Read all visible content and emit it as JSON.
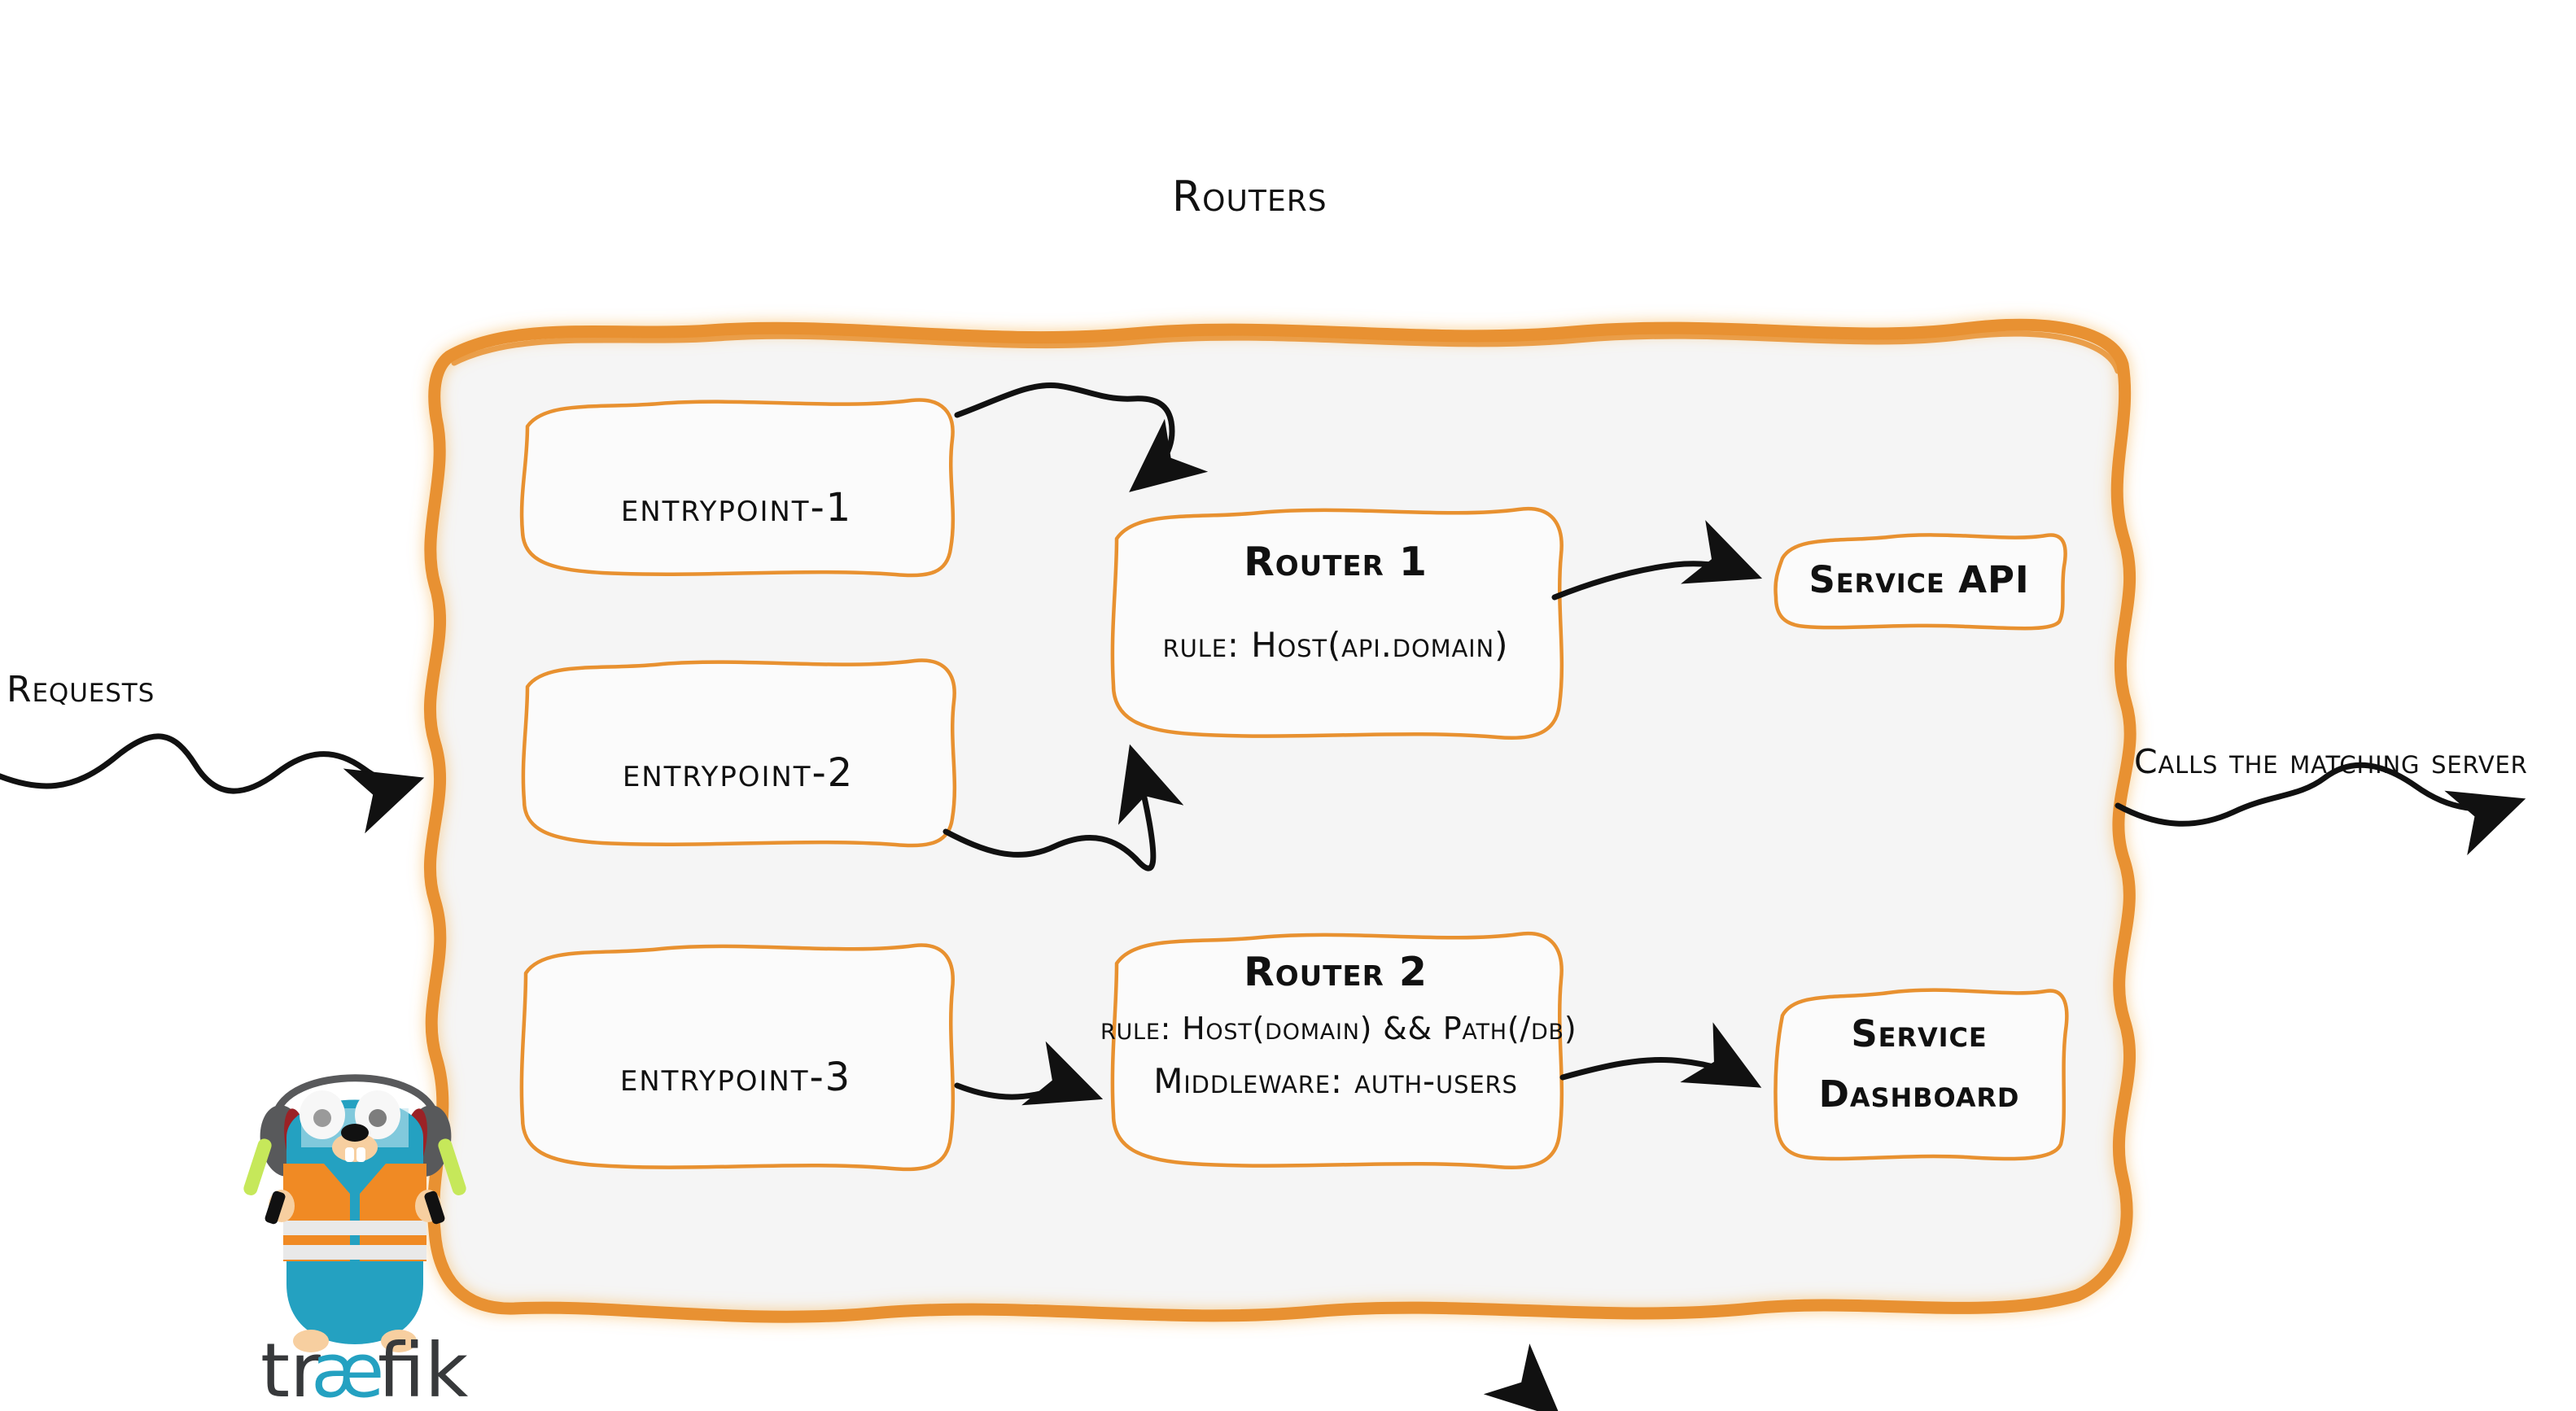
{
  "diagram": {
    "title": "Routers",
    "brand_color": "#E89130",
    "panel_fill": "#F5F5F5",
    "ink_color": "#111111"
  },
  "edge_labels": {
    "requests": "Requests",
    "calls": "Calls the matching server"
  },
  "entrypoints": [
    {
      "label": "entrypoint-1"
    },
    {
      "label": "entrypoint-2"
    },
    {
      "label": "entrypoint-3"
    }
  ],
  "routers": [
    {
      "name": "Router 1",
      "rule": "rule: Host(api.domain)",
      "middleware": ""
    },
    {
      "name": "Router 2",
      "rule": "rule: Host(domain) && Path(/db)",
      "middleware": "Middleware: auth-users"
    }
  ],
  "services": [
    {
      "line1": "Service API",
      "line2": ""
    },
    {
      "line1": "Service",
      "line2": "Dashboard"
    }
  ],
  "logo": {
    "wordmark_left": "tr",
    "wordmark_ae": "æ",
    "wordmark_right": "fik",
    "wordmark_color": "#37393B",
    "ae_color": "#24A1C1",
    "body_color": "#24A1C1",
    "vest_color": "#F08A24",
    "headphone_color": "#58595B",
    "headphone_pad_color": "#9B2226",
    "stick_color": "#C6E85A"
  }
}
